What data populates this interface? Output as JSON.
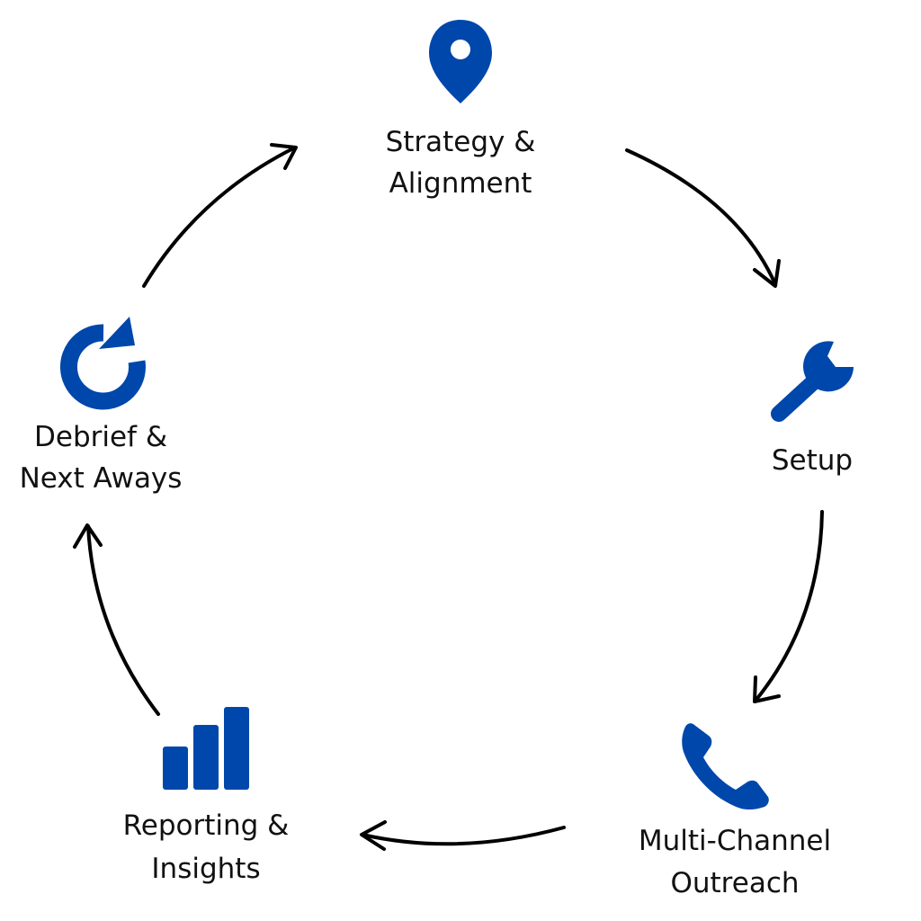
{
  "colors": {
    "accent": "#0047AB",
    "text": "#111111",
    "arrow": "#000000",
    "background": "#ffffff"
  },
  "steps": [
    {
      "icon": "map-pin-icon",
      "line1": "Strategy &",
      "line2": "Alignment"
    },
    {
      "icon": "wrench-icon",
      "line1": "Setup",
      "line2": ""
    },
    {
      "icon": "phone-icon",
      "line1": "Multi-Channel",
      "line2": "Outreach"
    },
    {
      "icon": "bar-chart-icon",
      "line1": "Reporting &",
      "line2": "Insights"
    },
    {
      "icon": "refresh-icon",
      "line1": "Debrief &",
      "line2": "Next Aways"
    }
  ]
}
